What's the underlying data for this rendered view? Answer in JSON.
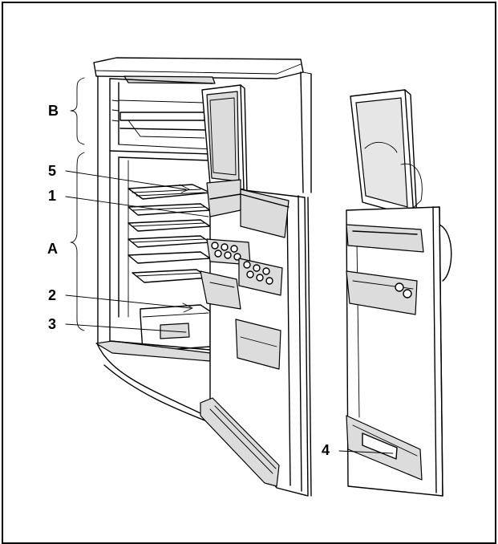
{
  "labels": {
    "B": "B",
    "five": "5",
    "one": "1",
    "A": "A",
    "two": "2",
    "three": "3",
    "four": "4"
  },
  "colors": {
    "line": "#000000",
    "shade": "#dcdcdc",
    "background": "#ffffff"
  }
}
